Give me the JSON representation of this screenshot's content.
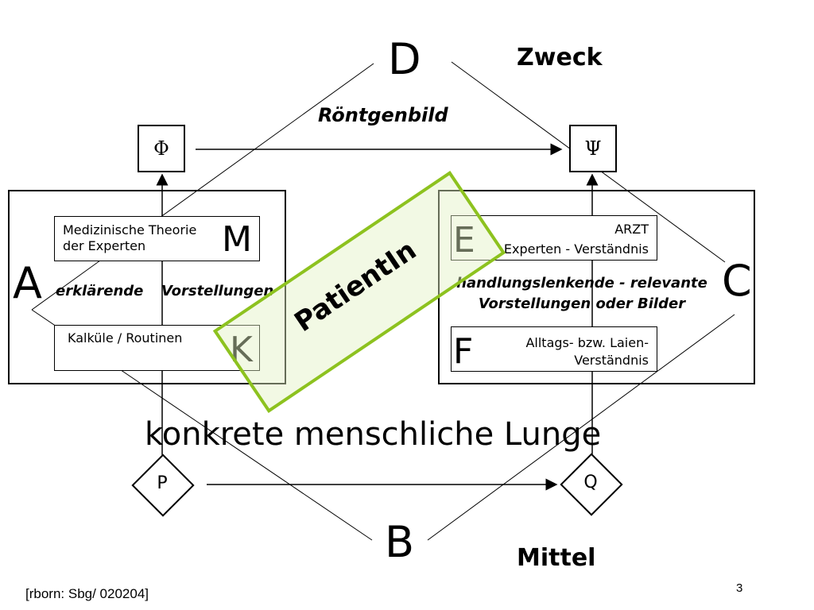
{
  "corners": {
    "a": "A",
    "b": "B",
    "c": "C",
    "d": "D"
  },
  "top_label": "Zweck",
  "bottom_label": "Mittel",
  "image_label": "Röntgenbild",
  "phi_symbol": "Φ",
  "psi_symbol": "Ψ",
  "left_box": {
    "theory_line1": "Medizinische Theorie",
    "theory_line2": "der Experten",
    "theory_letter": "M",
    "middle_text_1": "erklärende",
    "middle_text_2": "Vorstellungen",
    "routines": "Kalküle / Routinen",
    "routines_letter": "K"
  },
  "right_box": {
    "expert_line1": "ARZT",
    "expert_line2": "Experten - Verständnis",
    "expert_letter": "E",
    "middle_line1": "handlungslenkende  - relevante",
    "middle_line2": "Vorstellungen oder Bilder",
    "lay_line1": "Alltags- bzw. Laien-",
    "lay_line2": "Verständnis",
    "lay_letter": "F"
  },
  "patient_label": "PatientIn",
  "center_text": "konkrete menschliche Lunge",
  "p_symbol": "P",
  "q_symbol": "Q",
  "footer_ref": "[rborn: Sbg/ 020204]",
  "page_number": "3",
  "colors": {
    "patient_fill": "#eef6d8",
    "patient_border": "#8dc21f"
  }
}
